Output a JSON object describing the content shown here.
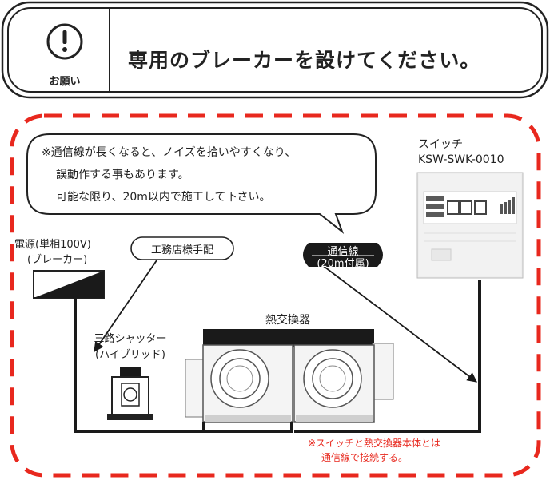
{
  "banner": {
    "icon_name": "exclamation-icon",
    "icon_caption": "お願い",
    "message": "専用のブレーカーを設けてください。"
  },
  "note": {
    "line1": "※通信線が長くなると、ノイズを拾いやすくなり、",
    "line2": "誤動作する事もあります。",
    "line3": "可能な限り、20m以内で施工して下さい。"
  },
  "switch": {
    "label": "スイッチ",
    "model": "KSW-SWK-0010",
    "icon_name": "wall-switch-icon"
  },
  "power": {
    "line1": "電源(単相100V)",
    "line2": "(ブレーカー)",
    "icon_name": "breaker-icon"
  },
  "contractor_tag": "工務店様手配",
  "cable_tag": {
    "line1": "通信線",
    "line2": "(20m付属)"
  },
  "heat_exchanger": {
    "label": "熱交換器",
    "icon_name": "heat-exchanger-icon"
  },
  "shutter": {
    "line1": "三路シャッター",
    "line2": "(ハイブリッド)",
    "icon_name": "shutter-icon"
  },
  "connection_note": {
    "line1": "※スイッチと熱交換器本体とは",
    "line2": "通信線で接続する。"
  },
  "colors": {
    "dashed_border": "#e8281e",
    "wire": "#1a1a1a",
    "note_text_red": "#e8281e"
  }
}
